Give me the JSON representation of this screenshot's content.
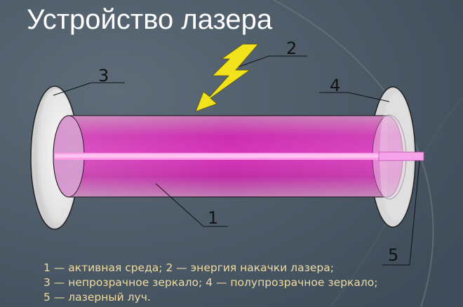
{
  "title": "Устройство лазера",
  "callouts": {
    "active_medium": "1",
    "pump_energy": "2",
    "opaque_mirror": "3",
    "semi_transparent_mirror": "4",
    "laser_beam": "5"
  },
  "legend": {
    "line1": "1 — активная среда; 2 — энергия накачки лазера;",
    "line2": "3 — непрозрачное зеркало; 4 — полупрозрачное зеркало;",
    "line3": "5 — лазерный луч."
  },
  "colors": {
    "background": "#4a5866",
    "tube": "#c83aa8",
    "beam": "#ff9ce8",
    "lightning": "#f2e21c",
    "mirror": "#e4e4e4",
    "legend_text": "#f0dca0"
  }
}
